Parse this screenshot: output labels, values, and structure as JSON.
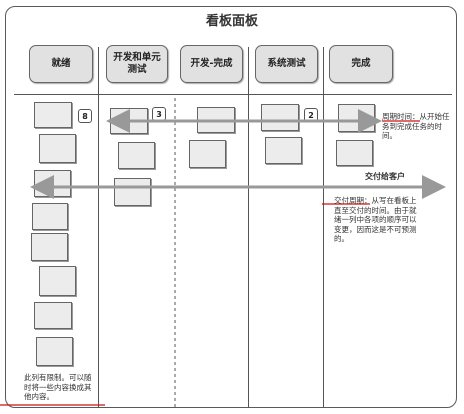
{
  "board": {
    "title": "看板面板",
    "columns": [
      {
        "name": "就绪",
        "limit": "8"
      },
      {
        "name": "开发和单元\n测试",
        "limit": "3"
      },
      {
        "name": "开发-完成",
        "limit": ""
      },
      {
        "name": "系统测试",
        "limit": "2"
      },
      {
        "name": "完成",
        "limit": ""
      }
    ],
    "cycle_time_note": {
      "term": "周期时间",
      "text": "：从开始任务到完成任务的时间。"
    },
    "delivery_label": "交付给客户",
    "lead_time_note": {
      "term": "交付周期",
      "text": "：从写在看板上直至交付的时间。由于就绪一列中各项的顺序可以变更，因而这是不可预测的。"
    },
    "limit_note": "此列有限制。可以随时将一些内容换成其他内容。"
  },
  "colors": {
    "underline": "#cc1111",
    "arrow": "#999999",
    "card": "#ececec"
  }
}
